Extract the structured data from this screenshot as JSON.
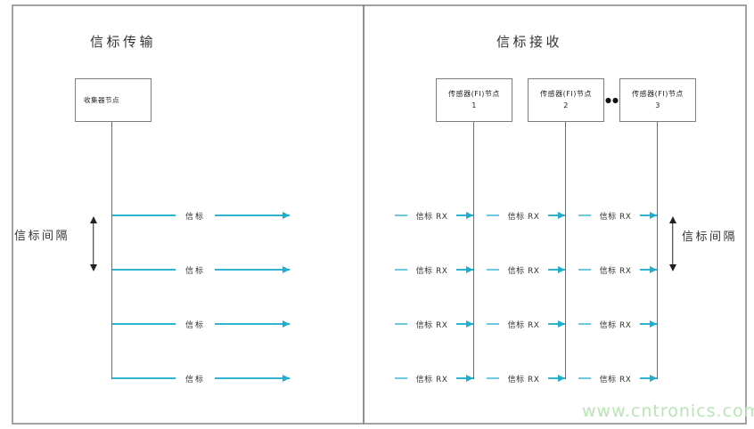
{
  "left": {
    "title": "信标传输",
    "node_label": "收集器节点",
    "interval_label": "信标间隔",
    "beacons": [
      "信标",
      "信标",
      "信标",
      "信标"
    ]
  },
  "right": {
    "title": "信标接收",
    "nodes": [
      {
        "label": "传感器(FI)节点",
        "number": "1"
      },
      {
        "label": "传感器(FI)节点",
        "number": "2"
      },
      {
        "label": "传感器(FI)节点",
        "number": "3"
      }
    ],
    "ellipsis": "●●",
    "interval_label": "信标间隔",
    "rx_rows": [
      [
        "信标 RX",
        "信标 RX",
        "信标 RX"
      ],
      [
        "信标 RX",
        "信标 RX",
        "信标 RX"
      ],
      [
        "信标 RX",
        "信标 RX",
        "信标 RX"
      ],
      [
        "信标 RX",
        "信标 RX",
        "信标 RX"
      ]
    ]
  },
  "watermark": "www.cntronics.com",
  "colors": {
    "accent_cyan": "#2db4d2",
    "arrow_black": "#222222",
    "timeline_gray": "#6e6e6e",
    "border_gray": "#a2a2a2",
    "text": "#333333",
    "watermark_green": "#b9e4b6"
  }
}
